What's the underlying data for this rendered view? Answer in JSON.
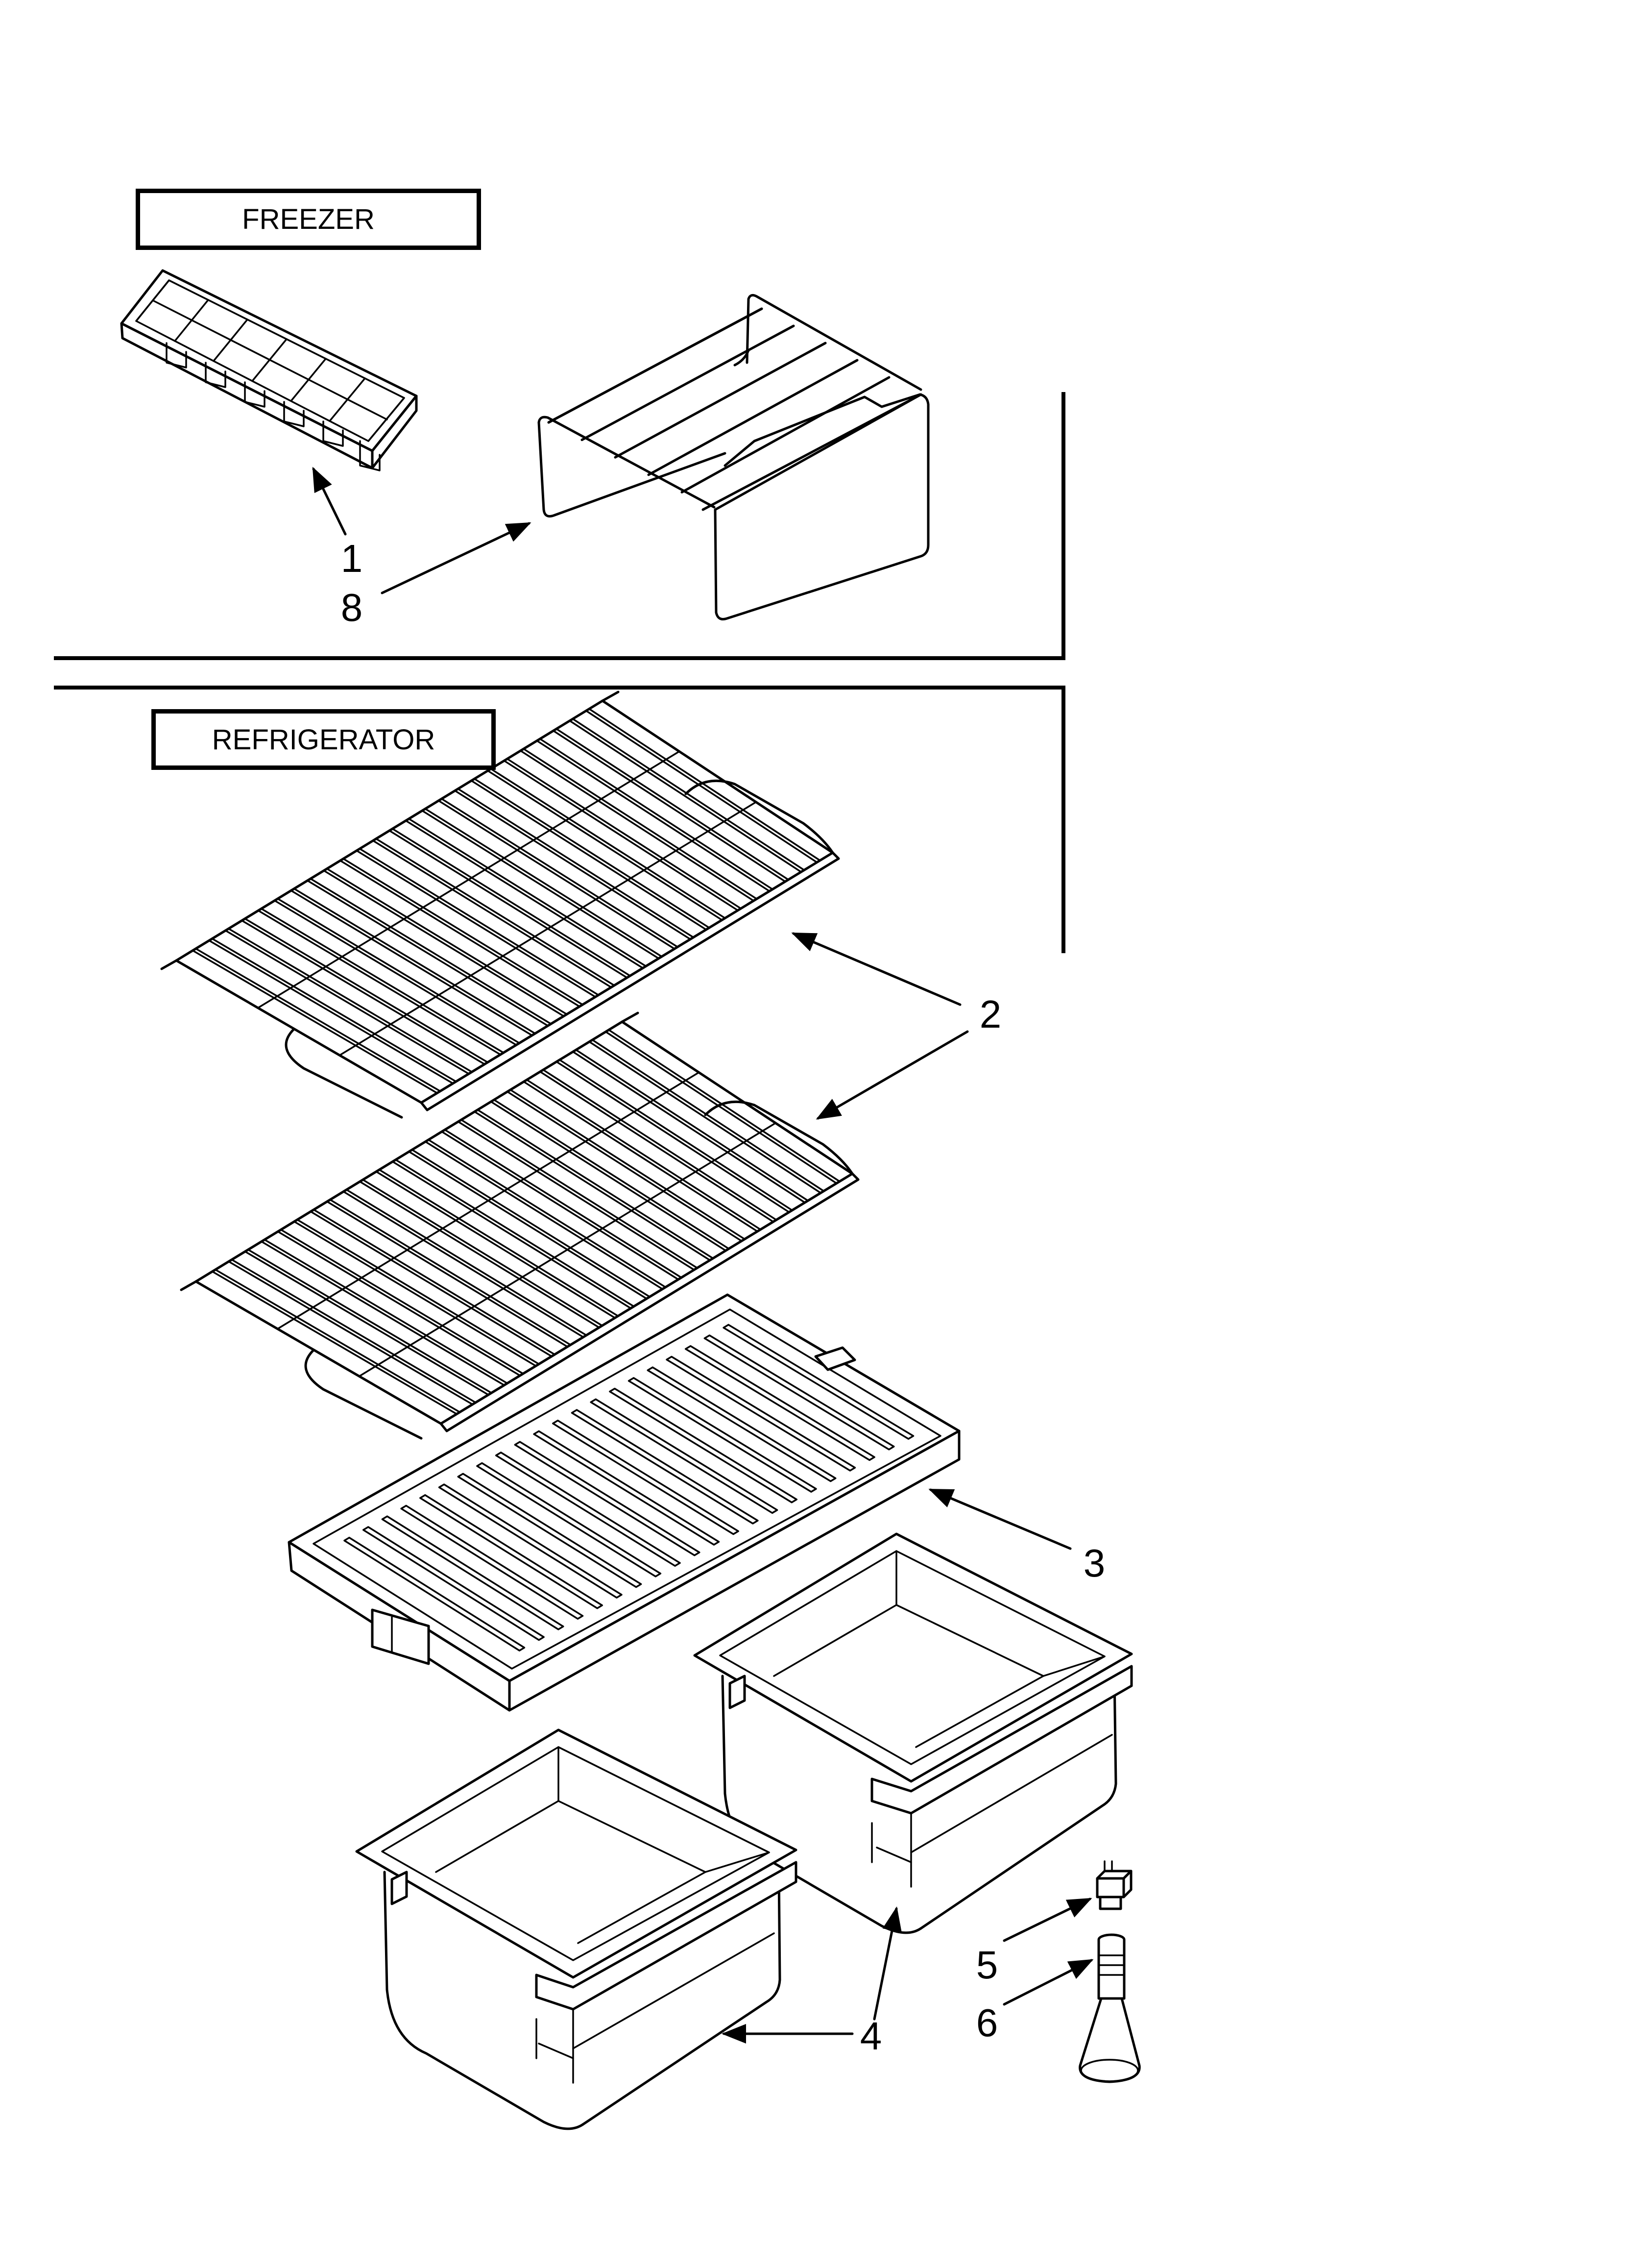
{
  "sections": {
    "freezer": {
      "label": "FREEZER"
    },
    "refrigerator": {
      "label": "REFRIGERATOR"
    }
  },
  "callouts": {
    "c1": "1",
    "c8": "8",
    "c2": "2",
    "c3": "3",
    "c4": "4",
    "c5": "5",
    "c6": "6"
  }
}
